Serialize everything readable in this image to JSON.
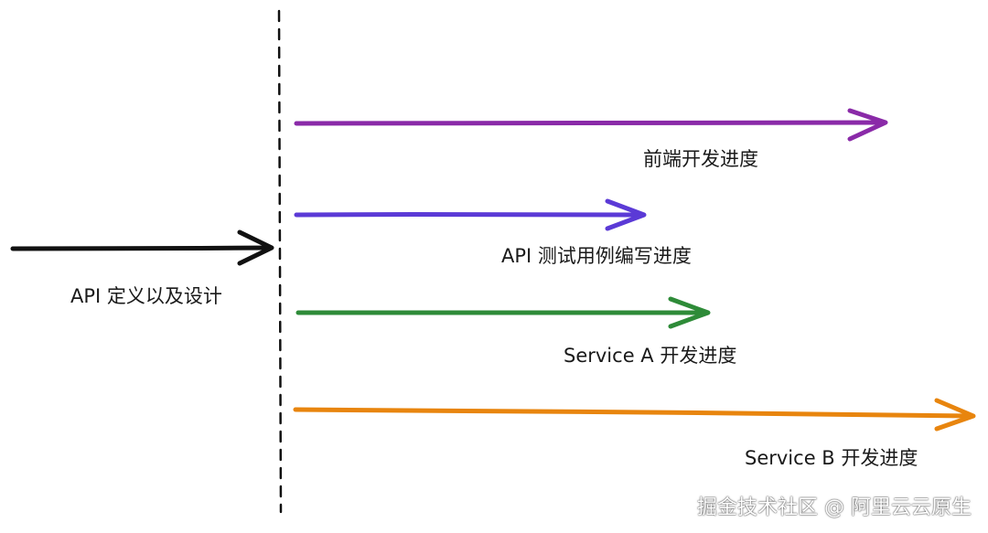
{
  "milestone": {
    "label": "API 定义以及设计",
    "color": "#111111"
  },
  "tracks": [
    {
      "id": "frontend",
      "label": "前端开发进度",
      "color": "#8a2aa8"
    },
    {
      "id": "api-test",
      "label": "API 测试用例编写进度",
      "color": "#5b3ad6"
    },
    {
      "id": "service-a",
      "label": "Service A 开发进度",
      "color": "#2e8b38"
    },
    {
      "id": "service-b",
      "label": "Service B 开发进度",
      "color": "#e8850e"
    }
  ],
  "watermark": "掘金技术社区 @ 阿里云云原生"
}
